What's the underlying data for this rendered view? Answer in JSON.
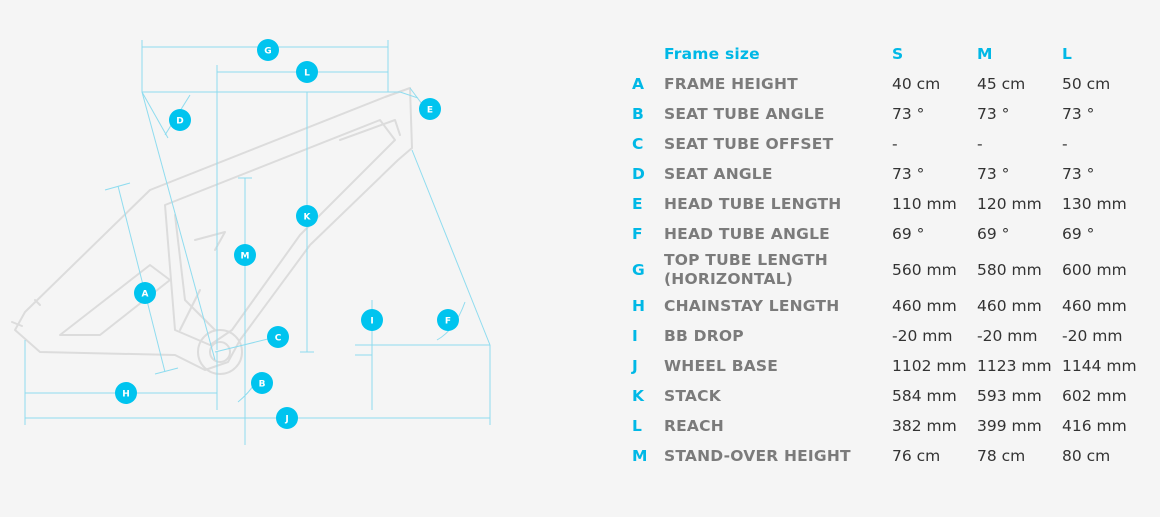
{
  "accent_color": "#00c4ef",
  "diagram_labels": {
    "g": "G",
    "l": "L",
    "e": "E",
    "d": "D",
    "k": "K",
    "m": "M",
    "a": "A",
    "c": "C",
    "i": "I",
    "f": "F",
    "b": "B",
    "h": "H",
    "j": "J"
  },
  "table": {
    "header": {
      "label": "Frame size",
      "s": "S",
      "m": "M",
      "l": "L"
    },
    "rows": [
      {
        "code": "A",
        "label": "FRAME HEIGHT",
        "s": "40 cm",
        "m": "45 cm",
        "l": "50 cm"
      },
      {
        "code": "B",
        "label": "SEAT TUBE ANGLE",
        "s": "73 °",
        "m": "73 °",
        "l": "73 °"
      },
      {
        "code": "C",
        "label": "SEAT TUBE OFFSET",
        "s": "-",
        "m": "-",
        "l": "-"
      },
      {
        "code": "D",
        "label": "SEAT ANGLE",
        "s": "73 °",
        "m": "73 °",
        "l": "73 °"
      },
      {
        "code": "E",
        "label": "HEAD TUBE LENGTH",
        "s": "110 mm",
        "m": "120 mm",
        "l": "130 mm"
      },
      {
        "code": "F",
        "label": "HEAD TUBE ANGLE",
        "s": "69 °",
        "m": "69 °",
        "l": "69 °"
      },
      {
        "code": "G",
        "label_line1": "TOP TUBE LENGTH",
        "label_line2": "(HORIZONTAL)",
        "s": "560 mm",
        "m": "580 mm",
        "l": "600 mm"
      },
      {
        "code": "H",
        "label": "CHAINSTAY LENGTH",
        "s": "460 mm",
        "m": "460 mm",
        "l": "460 mm"
      },
      {
        "code": "I",
        "label": "BB DROP",
        "s": "-20 mm",
        "m": "-20 mm",
        "l": "-20 mm"
      },
      {
        "code": "J",
        "label": "WHEEL BASE",
        "s": "1102 mm",
        "m": "1123 mm",
        "l": "1144 mm"
      },
      {
        "code": "K",
        "label": "STACK",
        "s": "584 mm",
        "m": "593 mm",
        "l": "602 mm"
      },
      {
        "code": "L",
        "label": "REACH",
        "s": "382 mm",
        "m": "399 mm",
        "l": "416 mm"
      },
      {
        "code": "M",
        "label": "STAND-OVER HEIGHT",
        "s": "76 cm",
        "m": "78 cm",
        "l": "80 cm"
      }
    ]
  }
}
